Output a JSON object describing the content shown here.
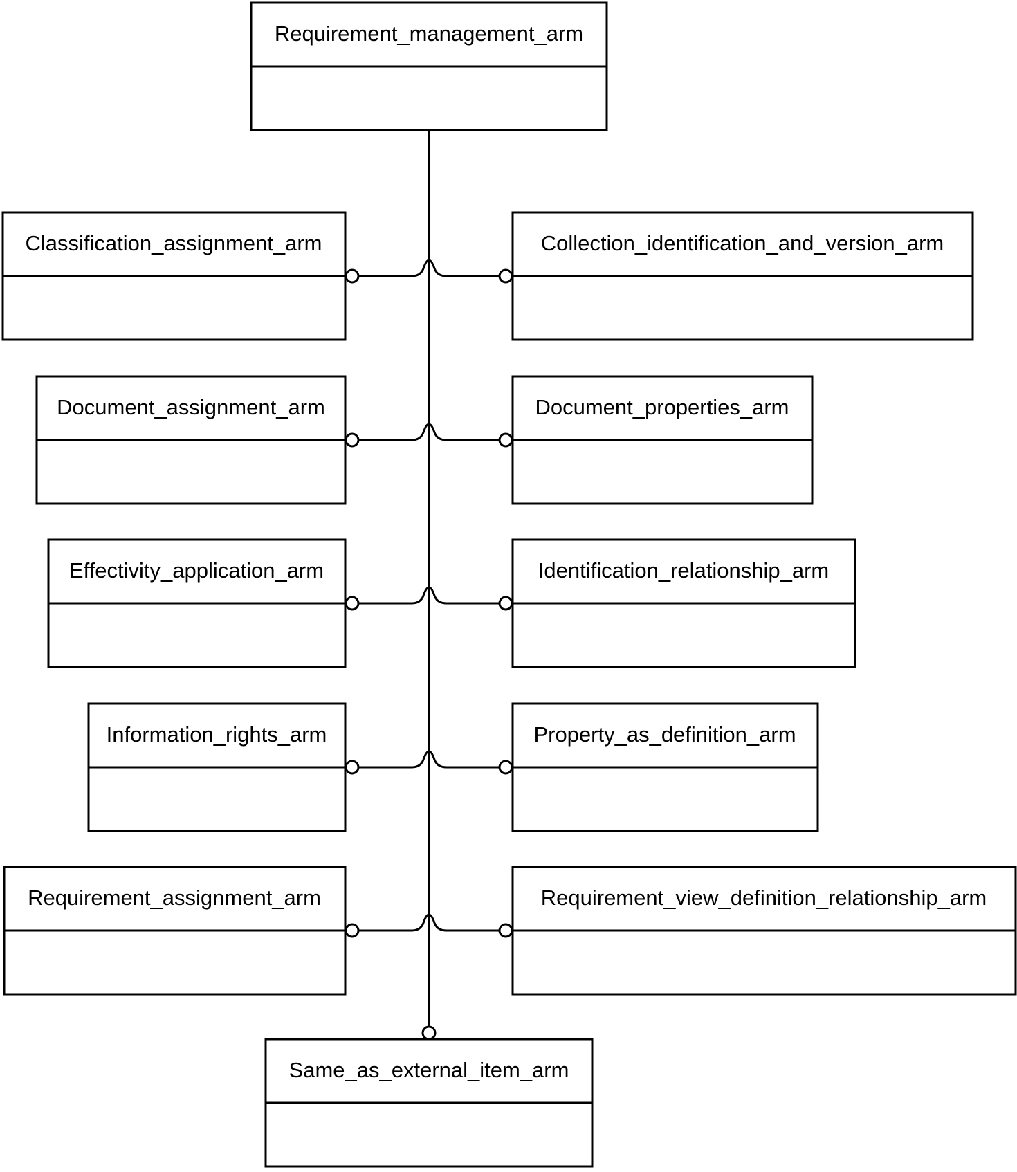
{
  "diagram": {
    "root": "Requirement_management_arm",
    "pairs": [
      {
        "left": "Classification_assignment_arm",
        "right": "Collection_identification_and_version_arm"
      },
      {
        "left": "Document_assignment_arm",
        "right": "Document_properties_arm"
      },
      {
        "left": "Effectivity_application_arm",
        "right": "Identification_relationship_arm"
      },
      {
        "left": "Information_rights_arm",
        "right": "Property_as_definition_arm"
      },
      {
        "left": "Requirement_assignment_arm",
        "right": "Requirement_view_definition_relationship_arm"
      }
    ],
    "bottom": "Same_as_external_item_arm"
  }
}
